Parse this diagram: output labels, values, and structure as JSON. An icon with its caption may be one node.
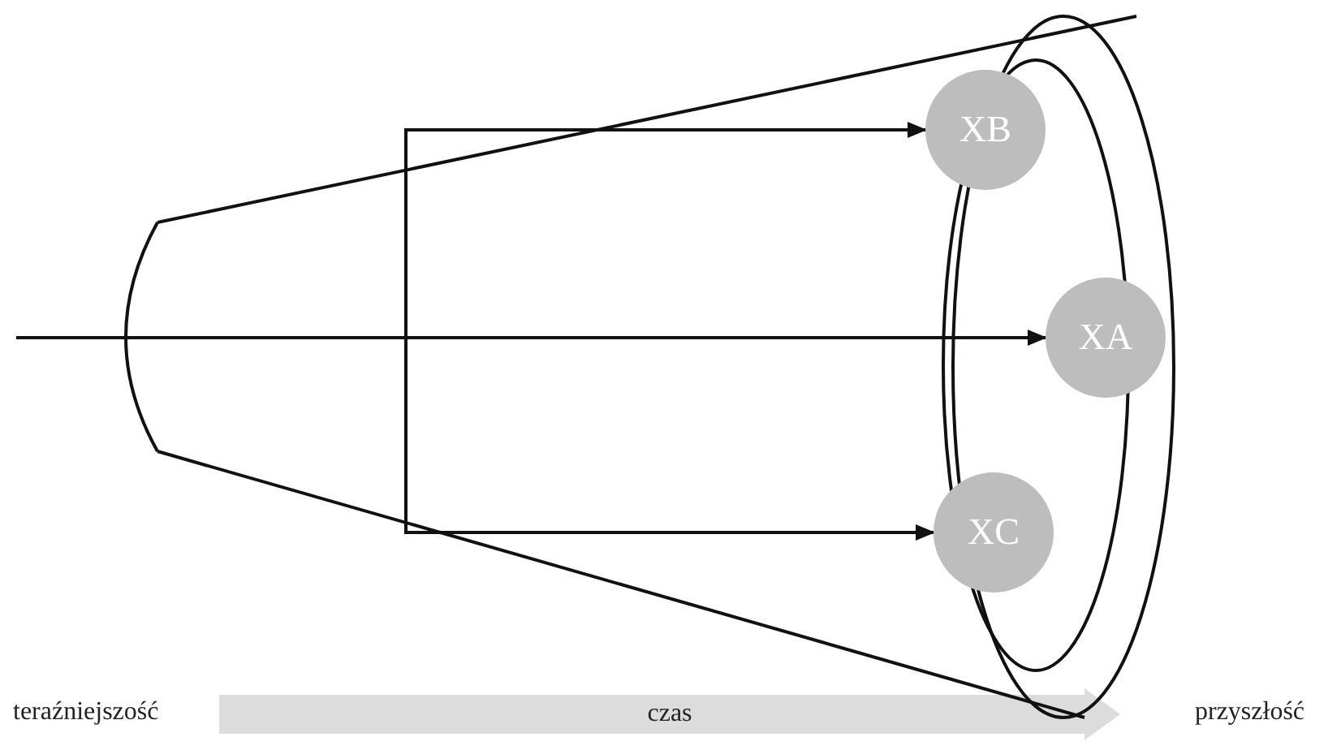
{
  "diagram": {
    "nodes": [
      {
        "text": [
          "XB"
        ]
      },
      {
        "text": [
          "XA"
        ]
      },
      {
        "text": [
          "XC"
        ]
      },
      {
        "text": [
          "czas"
        ]
      }
    ],
    "edges": [
      {
        "from": null,
        "to": 0,
        "arrow": "to"
      },
      {
        "from": null,
        "to": 1,
        "arrow": "to"
      },
      {
        "from": null,
        "to": 2,
        "arrow": "to"
      }
    ],
    "labels": [
      "teraźniejszość",
      "przyszłość"
    ]
  }
}
